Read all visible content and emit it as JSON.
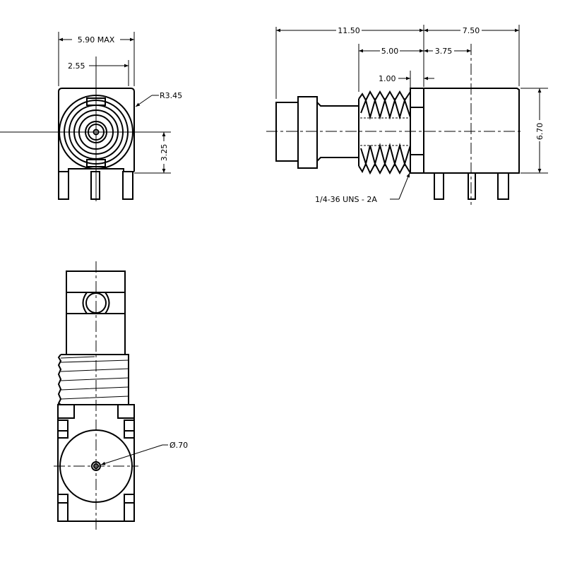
{
  "front_view": {
    "width_dim": "5.90 MAX",
    "offset_dim": "2.55",
    "radius_dim": "R3.45",
    "height_dim": "3.25"
  },
  "side_view": {
    "length_dim": "11.50",
    "body_dim": "7.50",
    "thread_dim": "5.00",
    "pin_dim": "3.75",
    "flange_dim": "1.00",
    "height_dim": "6.70",
    "thread_spec": "1/4-36 UNS - 2A"
  },
  "bottom_view": {
    "pin_diameter": "Ø.70"
  },
  "colors": {
    "line": "#000000",
    "background": "#ffffff"
  }
}
